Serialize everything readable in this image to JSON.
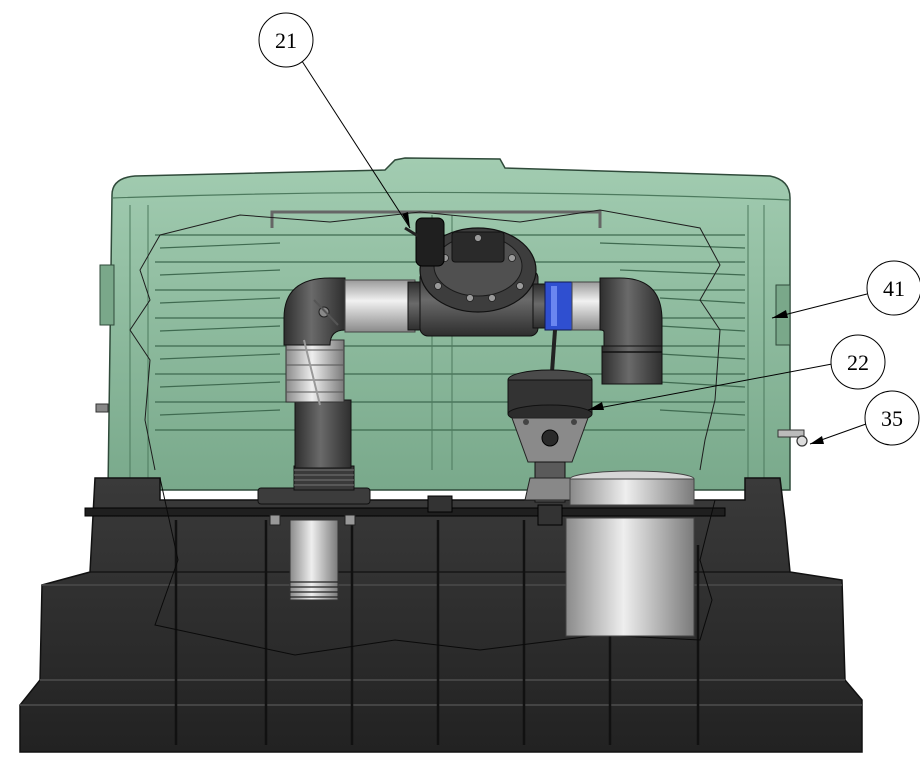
{
  "callouts": {
    "valve": "21",
    "filter": "22",
    "clip": "35",
    "cover": "41"
  },
  "colors": {
    "cover_green": "#86b89a",
    "cover_green_dark": "#5f8f72",
    "base_black": "#2b2b2b",
    "pipe_grey": "#4a4a4a",
    "fitting_silver": "#c9c9c9",
    "accent_blue": "#2f4fd0"
  }
}
